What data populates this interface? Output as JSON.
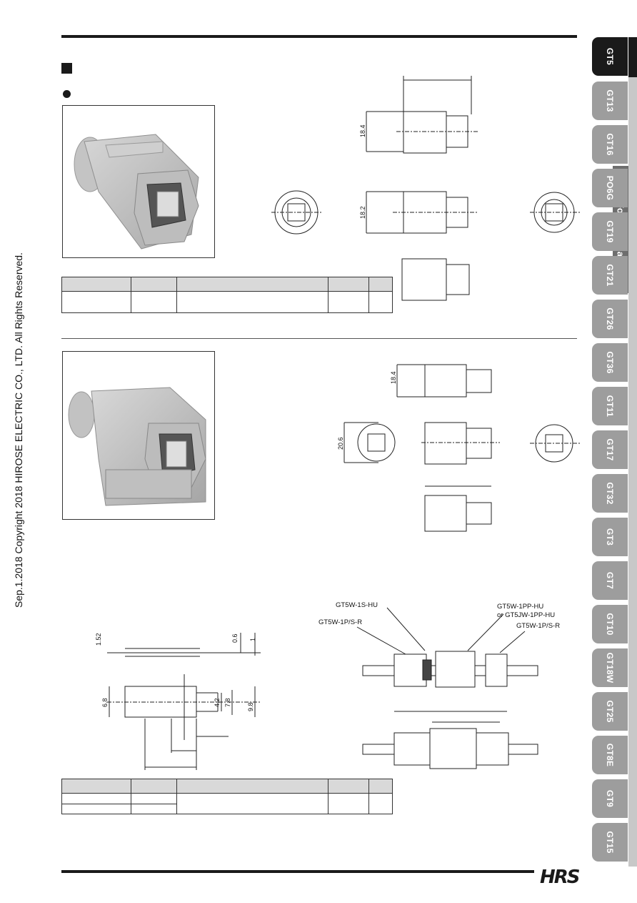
{
  "copyright": "Sep.1.2018  Copyright 2018 HIROSE ELECTRIC CO., LTD. All Rights Reserved.",
  "sidebar": {
    "group_label": "For Antenna",
    "tabs": [
      "GT5",
      "GT13",
      "GT16",
      "PO6G",
      "GT19",
      "GT21",
      "GT26",
      "GT36",
      "GT11",
      "GT17",
      "GT32",
      "GT3",
      "GT7",
      "GT10",
      "GT18W",
      "GT25",
      "GT8E",
      "GT9",
      "GT15"
    ],
    "active_tab": "GT5"
  },
  "drawing1": {
    "dims": [
      "18.4",
      "18.2"
    ]
  },
  "drawing2": {
    "dims": [
      "18.4",
      "20.6"
    ]
  },
  "contact_drawing": {
    "dims": [
      "1.52",
      "0.6",
      "1",
      "6.8",
      "4.2",
      "7.8",
      "9.8"
    ]
  },
  "assembly": {
    "callouts": [
      "GT5W-1S-HU",
      "GT5W-1P/S-R",
      "GT5W-1PP-HU",
      "or GT5JW-1PP-HU",
      "GT5W-1P/S-R"
    ]
  },
  "logo": "HRS",
  "colors": {
    "tab_active": "#1a1a1a",
    "tab_inactive": "#9d9d9d",
    "table_header": "#d9d9d9"
  }
}
